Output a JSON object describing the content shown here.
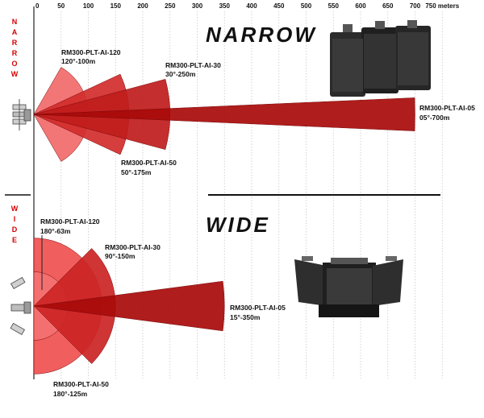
{
  "axis": {
    "ticks": [
      "0",
      "50",
      "100",
      "150",
      "200",
      "250",
      "300",
      "350",
      "400",
      "450",
      "500",
      "550",
      "600",
      "650",
      "700",
      "750 meters"
    ]
  },
  "side_labels": {
    "narrow": [
      "N",
      "A",
      "R",
      "R",
      "O",
      "W"
    ],
    "wide": [
      "W",
      "I",
      "D",
      "E"
    ]
  },
  "sections": {
    "narrow": {
      "title": "NARROW",
      "beams": [
        {
          "model": "RM300-PLT-AI-120",
          "spec": "120°-100m",
          "angle": 120,
          "range": 100,
          "color": "#f26a6a"
        },
        {
          "model": "RM300-PLT-AI-50",
          "spec": "50°-175m",
          "angle": 50,
          "range": 175,
          "color": "#d22c2c"
        },
        {
          "model": "RM300-PLT-AI-30",
          "spec": "30°-250m",
          "angle": 30,
          "range": 250,
          "color": "#c01c1c"
        },
        {
          "model": "RM300-PLT-AI-05",
          "spec": "05°-700m",
          "angle": 5,
          "range": 700,
          "color": "#a80a0a"
        }
      ]
    },
    "wide": {
      "title": "WIDE",
      "beams": [
        {
          "model": "RM300-PLT-AI-120",
          "spec": "180°-63m",
          "angle": 180,
          "range": 63,
          "color": "#f47272"
        },
        {
          "model": "RM300-PLT-AI-50",
          "spec": "180°-125m",
          "angle": 180,
          "range": 125,
          "color": "#ef5050"
        },
        {
          "model": "RM300-PLT-AI-30",
          "spec": "90°-150m",
          "angle": 90,
          "range": 150,
          "color": "#cc2424"
        },
        {
          "model": "RM300-PLT-AI-05",
          "spec": "15°-350m",
          "angle": 15,
          "range": 350,
          "color": "#a80a0a"
        }
      ]
    }
  }
}
